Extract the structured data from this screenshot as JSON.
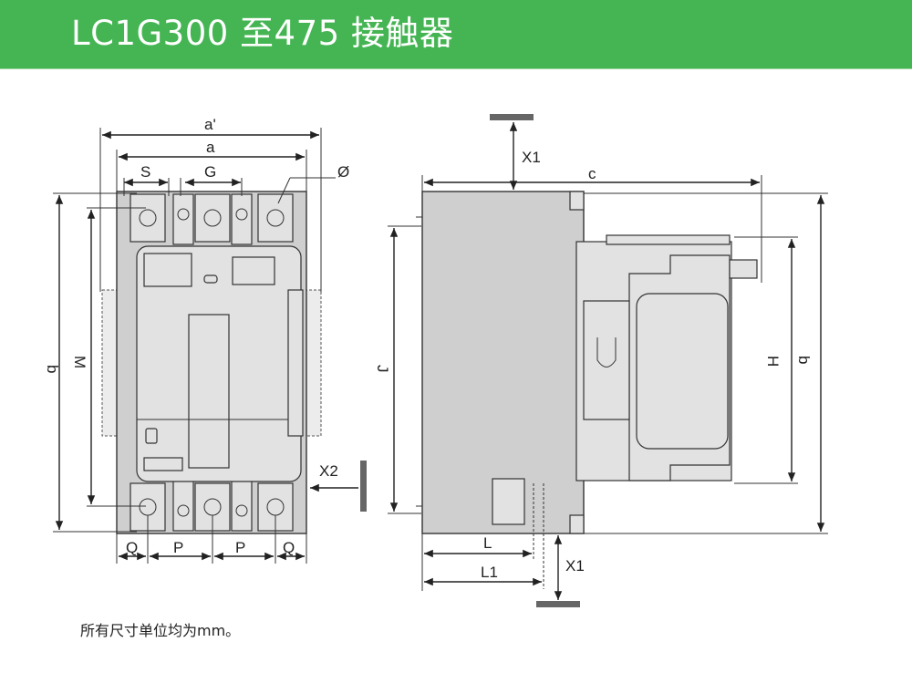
{
  "header": {
    "title": "LC1G300 至475 接触器",
    "color": "#45b553"
  },
  "front_view": {
    "labels": {
      "a_prime": "a'",
      "a": "a",
      "S": "S",
      "G": "G",
      "diameter": "Ø",
      "b": "b",
      "M": "M",
      "Q_left": "Q",
      "P_left": "P",
      "P_right": "P",
      "Q_right": "Q",
      "X2": "X2"
    }
  },
  "side_view": {
    "labels": {
      "X1_top": "X1",
      "c": "c",
      "J": "J",
      "H": "H",
      "b": "b",
      "L": "L",
      "L1": "L1",
      "X1_bottom": "X1"
    }
  },
  "footer": {
    "note": "所有尺寸单位均为mm。"
  }
}
